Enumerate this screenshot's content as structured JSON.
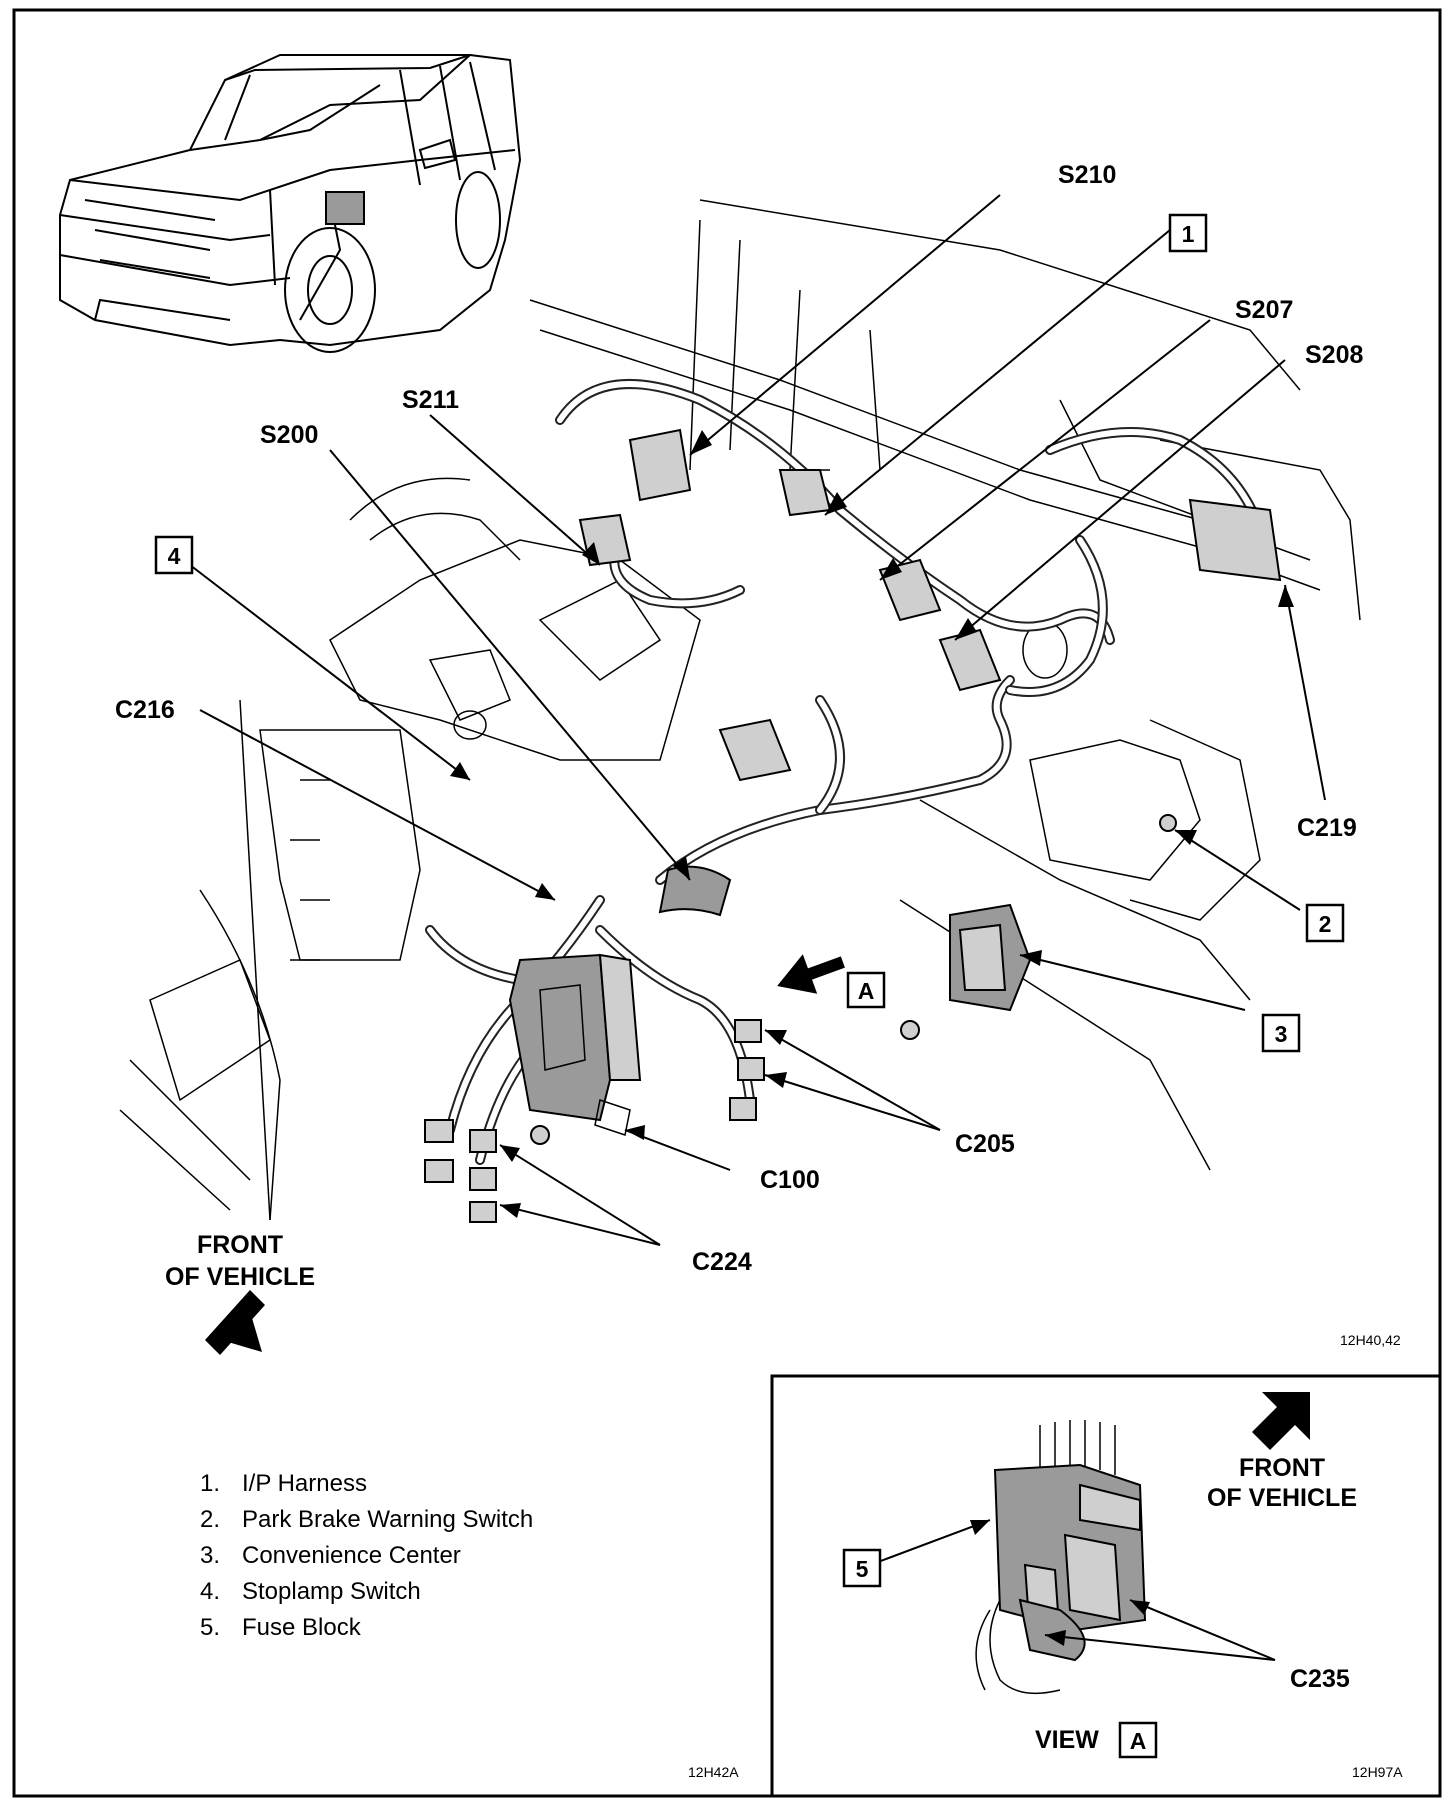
{
  "main_labels": {
    "s210": "S210",
    "s207": "S207",
    "s208": "S208",
    "s211": "S211",
    "s200": "S200",
    "c216": "C216",
    "c219": "C219",
    "c205": "C205",
    "c100": "C100",
    "c224": "C224",
    "front_line1": "FRONT",
    "front_line2": "OF VEHICLE",
    "ref_code": "12H40,42"
  },
  "callouts": {
    "n1": "1",
    "n2": "2",
    "n3": "3",
    "n4": "4",
    "nA": "A"
  },
  "legend": {
    "items": [
      {
        "num": "1.",
        "text": "I/P Harness"
      },
      {
        "num": "2.",
        "text": "Park Brake Warning Switch"
      },
      {
        "num": "3.",
        "text": "Convenience Center"
      },
      {
        "num": "4.",
        "text": "Stoplamp Switch"
      },
      {
        "num": "5.",
        "text": "Fuse Block"
      }
    ],
    "ref_code": "12H42A"
  },
  "view_a": {
    "n5": "5",
    "c235": "C235",
    "front_line1": "FRONT",
    "front_line2": "OF VEHICLE",
    "view_word": "VIEW",
    "view_letter": "A",
    "ref_code": "12H97A"
  }
}
